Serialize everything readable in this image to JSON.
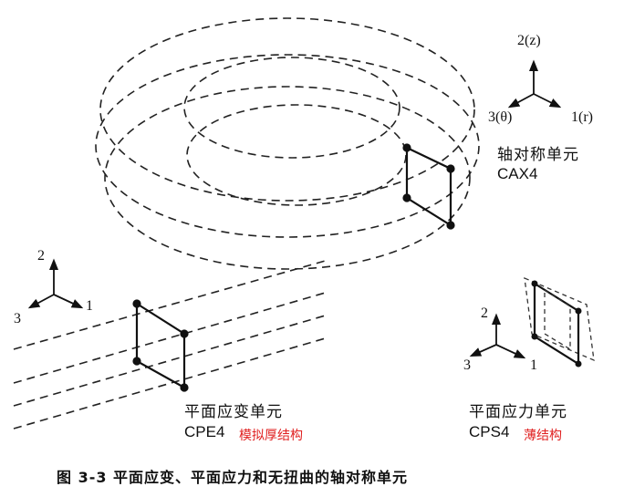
{
  "colors": {
    "ink": "#111111",
    "annotation": "#e02020"
  },
  "axisym": {
    "axis2": "2(z)",
    "axis3": "3(θ)",
    "axis1": "1(r)",
    "name": "轴对称单元",
    "code": "CAX4"
  },
  "strain": {
    "axis2": "2",
    "axis3": "3",
    "axis1": "1",
    "name": "平面应变单元",
    "code": "CPE4",
    "note": "模拟厚结构"
  },
  "stress": {
    "axis2": "2",
    "axis3": "3",
    "axis1": "1",
    "name": "平面应力单元",
    "code": "CPS4",
    "note": "薄结构"
  },
  "caption": "图 3-3   平面应变、平面应力和无扭曲的轴对称单元"
}
